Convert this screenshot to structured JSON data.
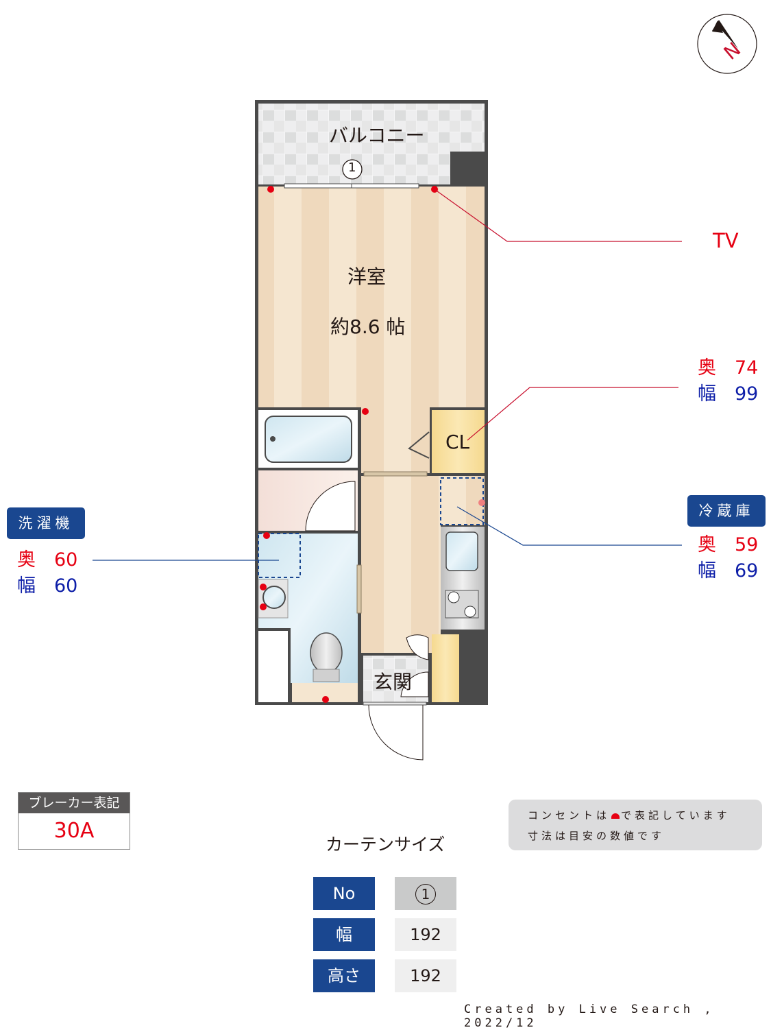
{
  "compass": {
    "label": "N",
    "icon": "north-arrow-icon"
  },
  "rooms": {
    "balcony": "バルコニー",
    "western_room": "洋室",
    "western_room_size": "約8.6 帖",
    "closet": "CL",
    "entrance": "玄関"
  },
  "window_marker": "1",
  "callouts": {
    "tv": "TV",
    "closet": {
      "depth_label": "奥",
      "depth": "74",
      "width_label": "幅",
      "width": "99"
    },
    "washer": {
      "title": "洗濯機",
      "depth_label": "奥",
      "depth": "60",
      "width_label": "幅",
      "width": "60"
    },
    "fridge": {
      "title": "冷蔵庫",
      "depth_label": "奥",
      "depth": "59",
      "width_label": "幅",
      "width": "69"
    }
  },
  "breaker": {
    "label": "ブレーカー表記",
    "value": "30A"
  },
  "note": {
    "line1_pre": "コンセントは",
    "line1_post": "で表記しています",
    "line2": "寸法は目安の数値です"
  },
  "curtain": {
    "title": "カーテンサイズ",
    "rows": [
      {
        "header": "No",
        "value": "1"
      },
      {
        "header": "幅",
        "value": "192"
      },
      {
        "header": "高さ",
        "value": "192"
      }
    ]
  },
  "credit": "Created by Live Search , 2022/12",
  "colors": {
    "wall": "#4a4a4a",
    "accent_blue": "#1a4790",
    "outlet_red": "#e60012",
    "floor": "#f3e3cc"
  }
}
